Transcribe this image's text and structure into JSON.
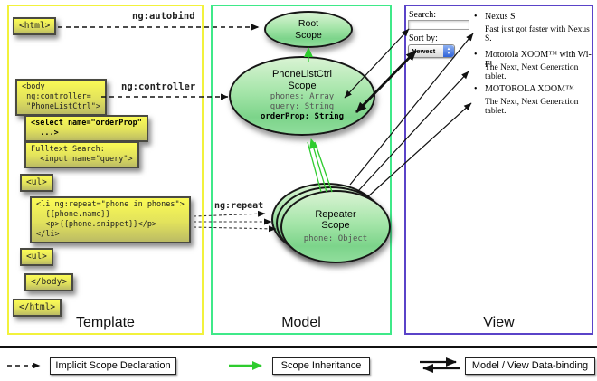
{
  "panels": {
    "template": {
      "label": "Template"
    },
    "model": {
      "label": "Model"
    },
    "view": {
      "label": "View"
    }
  },
  "template": {
    "boxes": {
      "html_open": "<html>",
      "body_open": "<body\n ng:controller=\n \"PhoneListCtrl\">",
      "select": "<select name=\"orderProp\"\n  ...>",
      "fulltext": "Fulltext Search:\n  <input name=\"query\">",
      "ul_open": "<ul>",
      "li_repeat": "<li ng:repeat=\"phone in phones\">\n  {{phone.name}}\n  <p>{{phone.snippet}}</p>\n</li>",
      "ul_close": "<ul>",
      "body_close": "</body>",
      "html_close": "</html>"
    },
    "arrow_labels": {
      "autobind": "ng:autobind",
      "controller": "ng:controller",
      "repeat": "ng:repeat"
    }
  },
  "model": {
    "root_scope": {
      "title1": "Root",
      "title2": "Scope"
    },
    "phonelist_scope": {
      "title1": "PhoneListCtrl",
      "title2": "Scope",
      "prop1": "phones: Array",
      "prop2": "query: String",
      "prop3": "orderProp: String"
    },
    "repeater_scope": {
      "title1": "Repeater",
      "title2": "Scope",
      "prop1": "phone: Object"
    }
  },
  "view": {
    "search_label": "Search:",
    "search_value": "",
    "sort_label": "Sort by:",
    "sort_value": "Newest",
    "items": [
      {
        "title": "Nexus S",
        "desc": "Fast just got faster with Nexus S."
      },
      {
        "title": "Motorola XOOM™ with Wi-Fi",
        "desc": "The Next, Next Generation tablet."
      },
      {
        "title": "MOTOROLA XOOM™",
        "desc": "The Next, Next Generation tablet."
      }
    ]
  },
  "legend": {
    "implicit": "Implicit Scope Declaration",
    "inheritance": "Scope Inheritance",
    "binding": "Model / View Data-binding"
  },
  "icons": {
    "bullet": "•",
    "stepper_up": "▲",
    "stepper_down": "▼"
  },
  "colors": {
    "template_border": "#f2f23c",
    "model_border": "#3fe989",
    "view_border": "#5a43c8",
    "code_box_yellow": "#f5f549",
    "scope_green": "#7cd48a",
    "inheritance_green": "#2ecc2e"
  }
}
